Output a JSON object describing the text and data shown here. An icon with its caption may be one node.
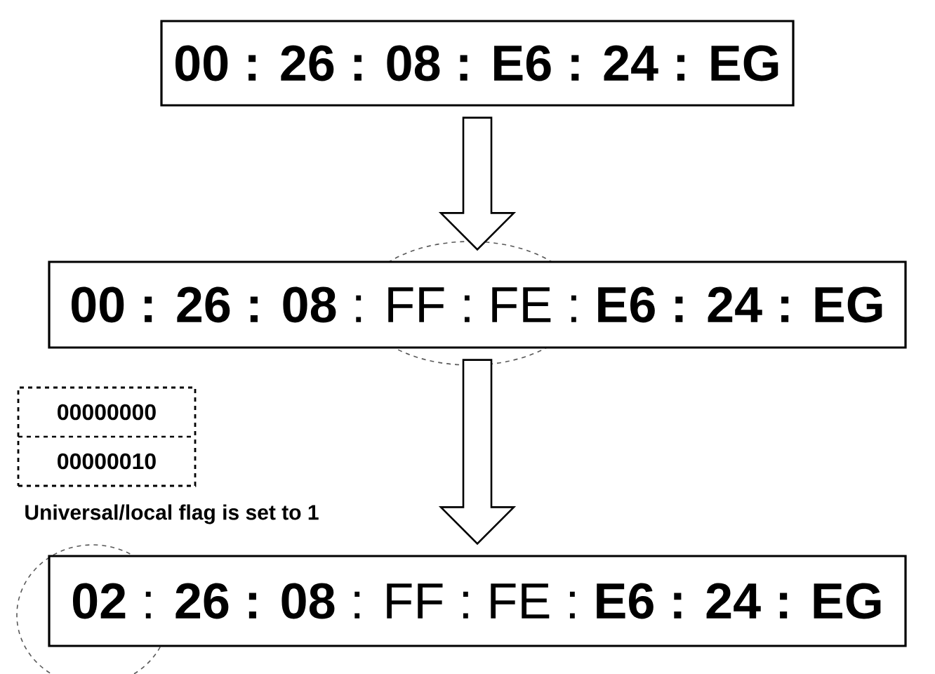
{
  "diagram": {
    "nodes": [
      {
        "text": [
          "00 : 26 : 08 : E6 : 24 : EG"
        ]
      },
      {
        "text": [
          "**00 : 26 : 08** : FF : FE : **E6 : 24 : EG**"
        ]
      },
      {
        "text": [
          "**02** : **26 : 08** : FF : FE : **E6 : 24 : EG**"
        ]
      },
      {
        "text": [
          "00000000",
          "00000010"
        ],
        "beside": [
          "Universal/local flag is set to 1"
        ]
      }
    ],
    "edges": [
      {
        "from": 0,
        "to": 1,
        "arrow": "to"
      },
      {
        "from": 1,
        "to": 2,
        "arrow": "to"
      }
    ]
  }
}
